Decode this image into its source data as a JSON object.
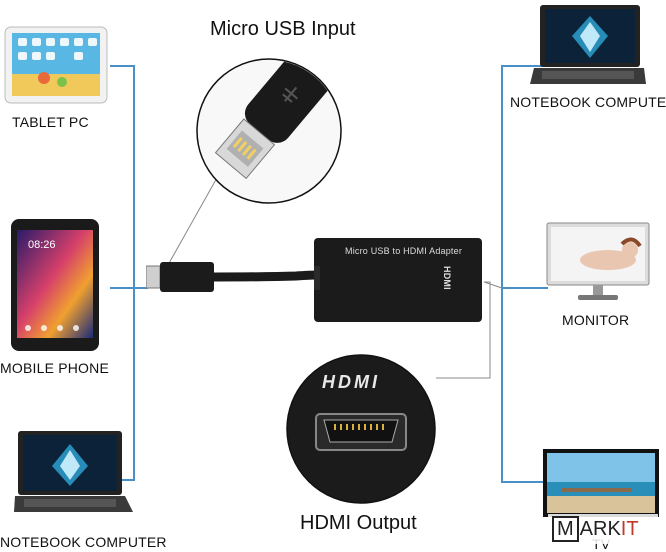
{
  "titles": {
    "top": "Micro USB Input",
    "bottom": "HDMI Output"
  },
  "adapter": {
    "label": "Micro USB to HDMI Adapter",
    "port_logo": "HDMI",
    "zoom_logo": "HDMI"
  },
  "devices": {
    "tablet": "TABLET PC",
    "phone": "MOBILE PHONE",
    "notebook_left": "NOTEBOOK COMPUTER",
    "notebook_right": "NOTEBOOK COMPUTER",
    "monitor": "MONITOR",
    "tv": "TV"
  },
  "watermark": {
    "first": "M",
    "rest": "ARK",
    "accent": "IT"
  },
  "colors": {
    "connector_line": "#4a90c8",
    "adapter_body": "#1b1b1b"
  }
}
